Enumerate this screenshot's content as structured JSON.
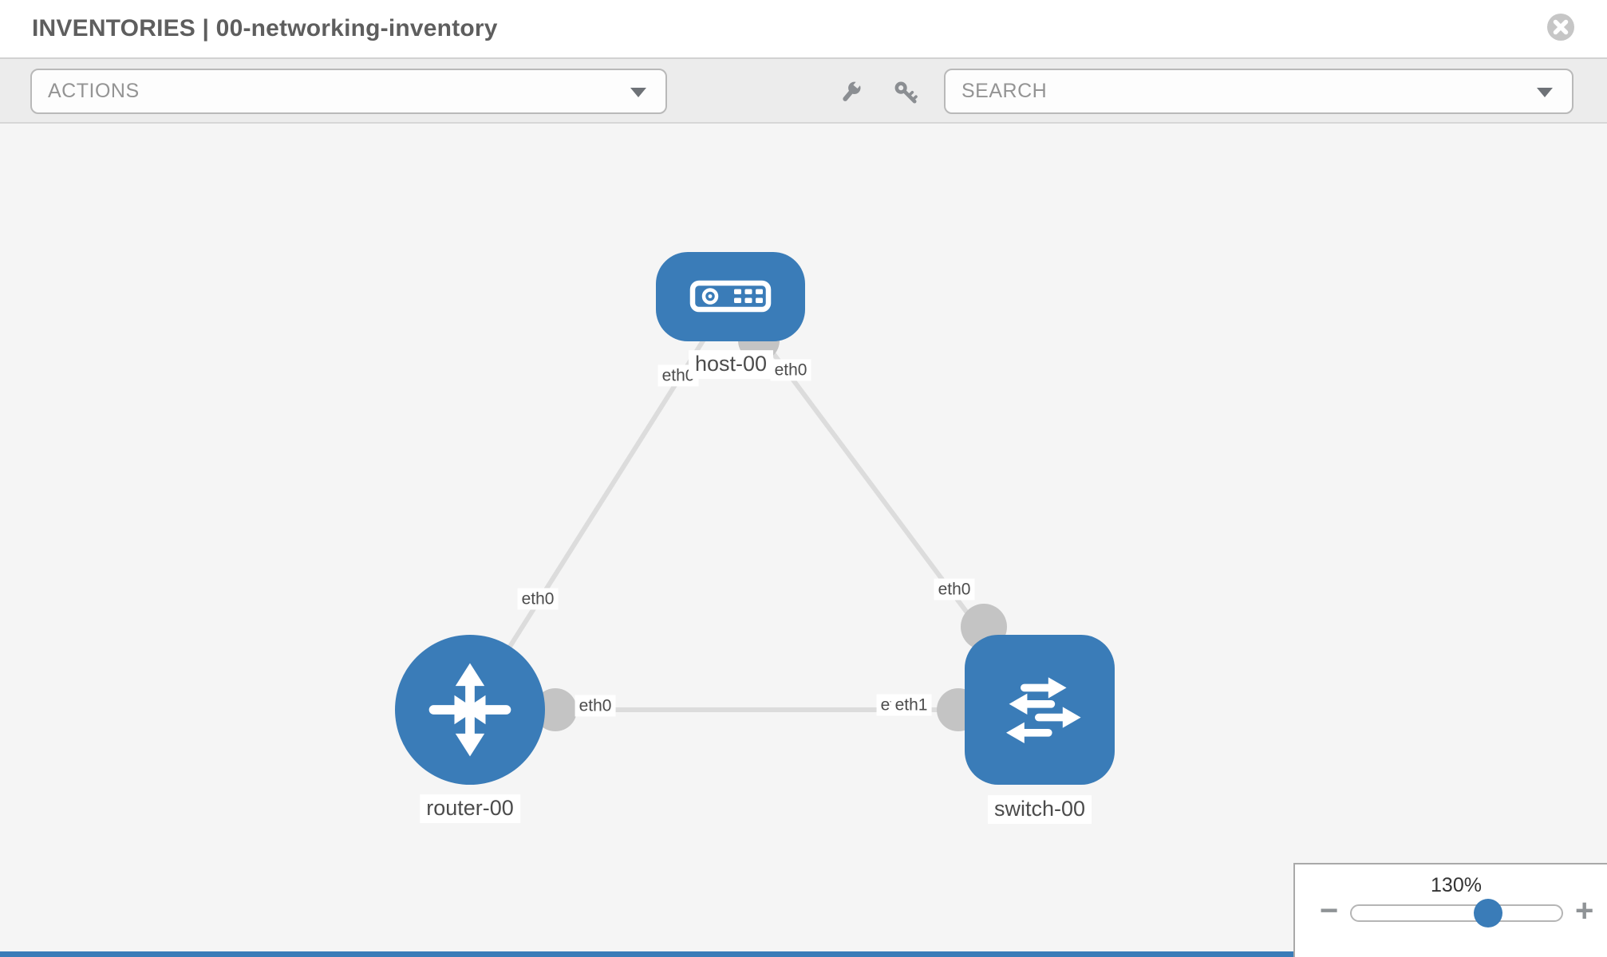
{
  "header": {
    "title": "INVENTORIES | 00-networking-inventory",
    "close_icon": "x-circle"
  },
  "toolbar": {
    "actions": {
      "label": "ACTIONS",
      "caret_icon": "caret-down"
    },
    "tools": [
      {
        "icon": "wrench"
      },
      {
        "icon": "key"
      }
    ],
    "search": {
      "label": "SEARCH",
      "caret_icon": "caret-down"
    }
  },
  "topology": {
    "nodes": [
      {
        "label": "host-00",
        "type": "host",
        "icon": "host-device-icon"
      },
      {
        "label": "router-00",
        "type": "router",
        "icon": "router-arrows-icon"
      },
      {
        "label": "switch-00",
        "type": "switch",
        "icon": "switch-arrows-icon"
      }
    ],
    "links": [
      {
        "from": "router-00",
        "to": "host-00"
      },
      {
        "from": "host-00",
        "to": "switch-00"
      },
      {
        "from": "router-00",
        "to": "switch-00"
      }
    ],
    "port_labels": [
      {
        "text": "eth0",
        "node": "host-00",
        "link": "host-router"
      },
      {
        "text": "eth0",
        "node": "host-00",
        "link": "host-switch"
      },
      {
        "text": "eth0",
        "node": "router-00",
        "link": "host-router"
      },
      {
        "text": "eth0",
        "node": "switch-00",
        "link": "host-switch"
      },
      {
        "text": "eth0",
        "node": "router-00",
        "link": "router-switch"
      },
      {
        "text": "eth0",
        "node": "switch-00",
        "link": "router-switch",
        "note": "partially covered"
      },
      {
        "text": "eth1",
        "node": "switch-00",
        "link": "router-switch"
      }
    ]
  },
  "zoom_control": {
    "level": "130%",
    "minus_icon": "−",
    "plus_icon": "+"
  },
  "colors": {
    "node_blue": "#3a7cb8",
    "link_gray": "#dcdcdc",
    "interface_gray": "#c4c4c4",
    "toolbar_bg": "#ececec",
    "canvas_bg": "#f5f5f5"
  }
}
